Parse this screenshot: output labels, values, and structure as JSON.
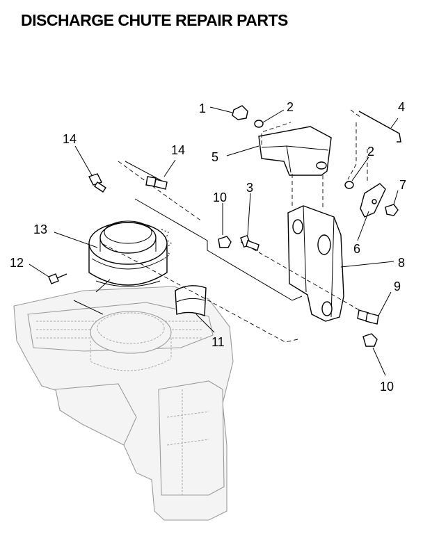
{
  "title": "DISCHARGE CHUTE REPAIR PARTS",
  "callouts": {
    "c1": "1",
    "c2a": "2",
    "c2b": "2",
    "c3": "3",
    "c4": "4",
    "c5": "5",
    "c6": "6",
    "c7": "7",
    "c8": "8",
    "c9": "9",
    "c10a": "10",
    "c10b": "10",
    "c11": "11",
    "c12": "12",
    "c13": "13",
    "c14a": "14",
    "c14b": "14"
  }
}
